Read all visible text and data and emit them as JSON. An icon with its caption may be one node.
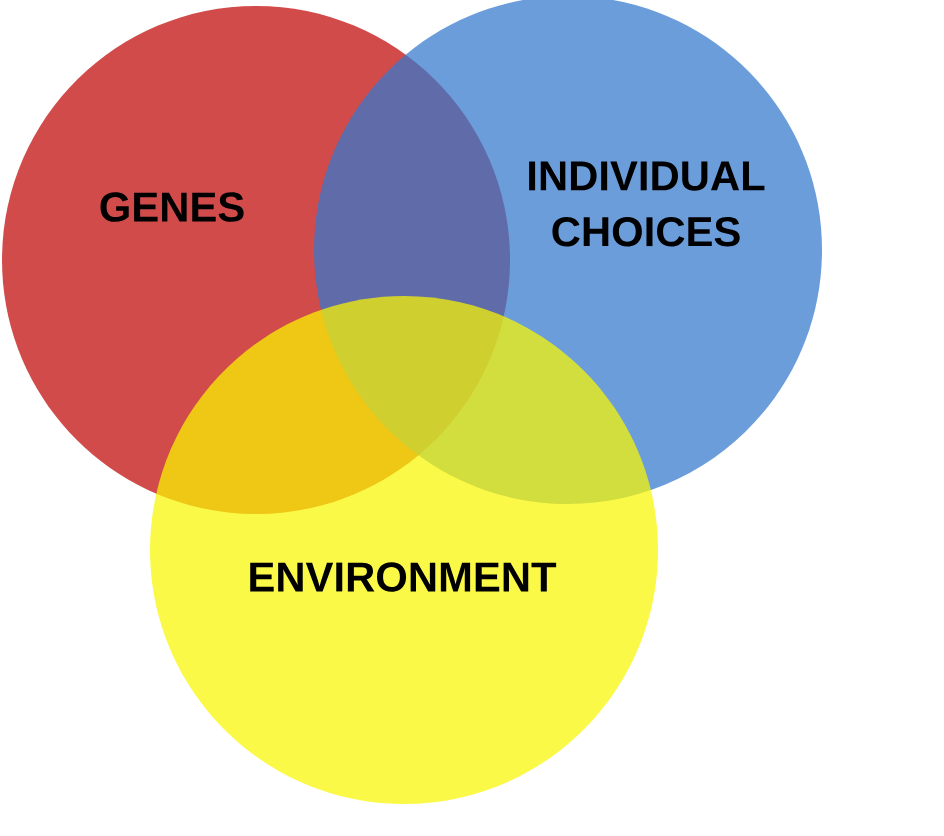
{
  "diagram": {
    "nodes": [
      {
        "text": [
          "GENES"
        ]
      },
      {
        "text": [
          "INDIVIDUAL CHOICES"
        ]
      },
      {
        "text": [
          "ENVIRONMENT"
        ]
      }
    ]
  }
}
